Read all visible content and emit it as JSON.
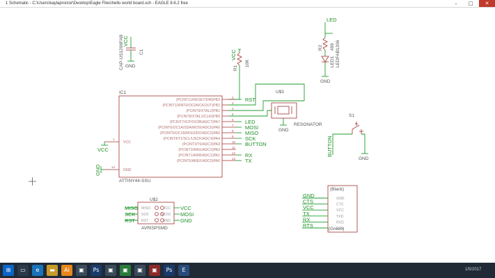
{
  "window": {
    "title": "1 Schematic - C:\\Users\\kaylaproctor\\Desktop\\Eagle Files\\hello world board.sch - EAGLE 8.6.2 free",
    "min_glyph": "–",
    "max_glyph": "□",
    "close_glyph": "✕"
  },
  "schematic": {
    "ic1": {
      "name": "IC1",
      "value": "ATTINY44-SSU",
      "vcc_label": "VCC",
      "gnd_label": "GND",
      "pin_nums_right": [
        "2",
        "3",
        "4",
        "5",
        "6",
        "7",
        "8",
        "9",
        "10",
        "11",
        "12",
        "13"
      ],
      "pin_num_gnd": "14",
      "pin_num_vcc": "1",
      "pins_right": [
        "(PCINT11/RESET/DW)PB3",
        "(PCINT10/INT0/OC0A/CKOUT)PB2",
        "(PCINT9/XTAL2)PB1",
        "(PCINT8/XTAL1/CLKI)PB0",
        "(PCINT7/ICP/OC0B/ADC7)PA7",
        "(PCINT6/OC1A/SDA/MOSI/ADC6)PA6",
        "(PCINT5/OC1B/MISO/DO/ADC5)PA5",
        "(PCINT4/T1/SCL/USCK/ADC4)PA4",
        "(PCINT3/T0/ADC3)PA3",
        "(PCINT2/AIN1/ADC2)PA2",
        "(PCINT1/AIN0/ADC1)PA1",
        "(PCINT0/AREF/ADC0)PA0"
      ],
      "nets_right": [
        "RST",
        "",
        "",
        "",
        "LED",
        "MOSI",
        "MISO",
        "SCK",
        "BUTTON",
        "",
        "RX",
        "TX"
      ]
    },
    "vcc_net": "VCC",
    "gnd_net": "GND",
    "c1": {
      "name": "C1",
      "value": "CAP-US1206FAB",
      "supply": "VCC",
      "gnd": "GND"
    },
    "r1": {
      "name": "R1",
      "value": "10K",
      "supply": "VCC"
    },
    "r2": {
      "name": "R2",
      "value": "499"
    },
    "led1": {
      "name": "LED1",
      "value": "LEDFAB1206",
      "net": "LED",
      "gnd": "GND"
    },
    "u3": {
      "name": "U$3",
      "value": "RESONATOR",
      "gnd": "GND"
    },
    "s1": {
      "name": "S1",
      "net": "BUTTON",
      "gnd": "GND"
    },
    "u2": {
      "name": "U$2",
      "value": "AVRISPSMD",
      "left_nets": [
        "MISO",
        "SCK",
        "RST"
      ],
      "right_nets": [
        "VCC",
        "MOSI",
        "GND"
      ],
      "left_pins": [
        "MISO",
        "SCK",
        "RST"
      ],
      "right_pins": [
        "VCC",
        "MOSI",
        "GND"
      ]
    },
    "ftdi": {
      "top_label": "(Black)",
      "bottom_label": "(Green)",
      "pins": [
        "GND",
        "CTS",
        "VCC",
        "TXD",
        "RXD",
        "RTS"
      ],
      "nets": [
        "GND",
        "CTS",
        "VCC",
        "TX",
        "RX",
        "RTS"
      ]
    }
  },
  "taskbar": {
    "clock": "1/5/2017"
  }
}
